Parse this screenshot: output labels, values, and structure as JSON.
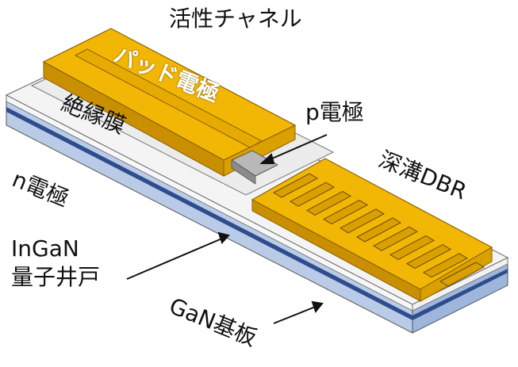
{
  "labels": {
    "active_channel": "活性チャネル",
    "pad_electrode": "パッド電極",
    "p_electrode": "p電極",
    "insulating_film": "絶縁膜",
    "deep_groove_dbr": "深溝DBR",
    "n_electrode": "n電極",
    "ingan_line1": "InGaN",
    "ingan_line2": "量子井戸",
    "gan_substrate": "GaN基板"
  },
  "colors": {
    "gold": "#f2b705",
    "gold_dark": "#c98f00",
    "gold_edge": "#8a6200",
    "substrate_blue": "#b9cbe6",
    "substrate_side": "#9fb6dc",
    "qw_dark_blue": "#2f4c8c",
    "n_electrode_top": "#f4f4f4",
    "insulator": "#eeeeee",
    "p_contact": "#b8b8b8"
  }
}
